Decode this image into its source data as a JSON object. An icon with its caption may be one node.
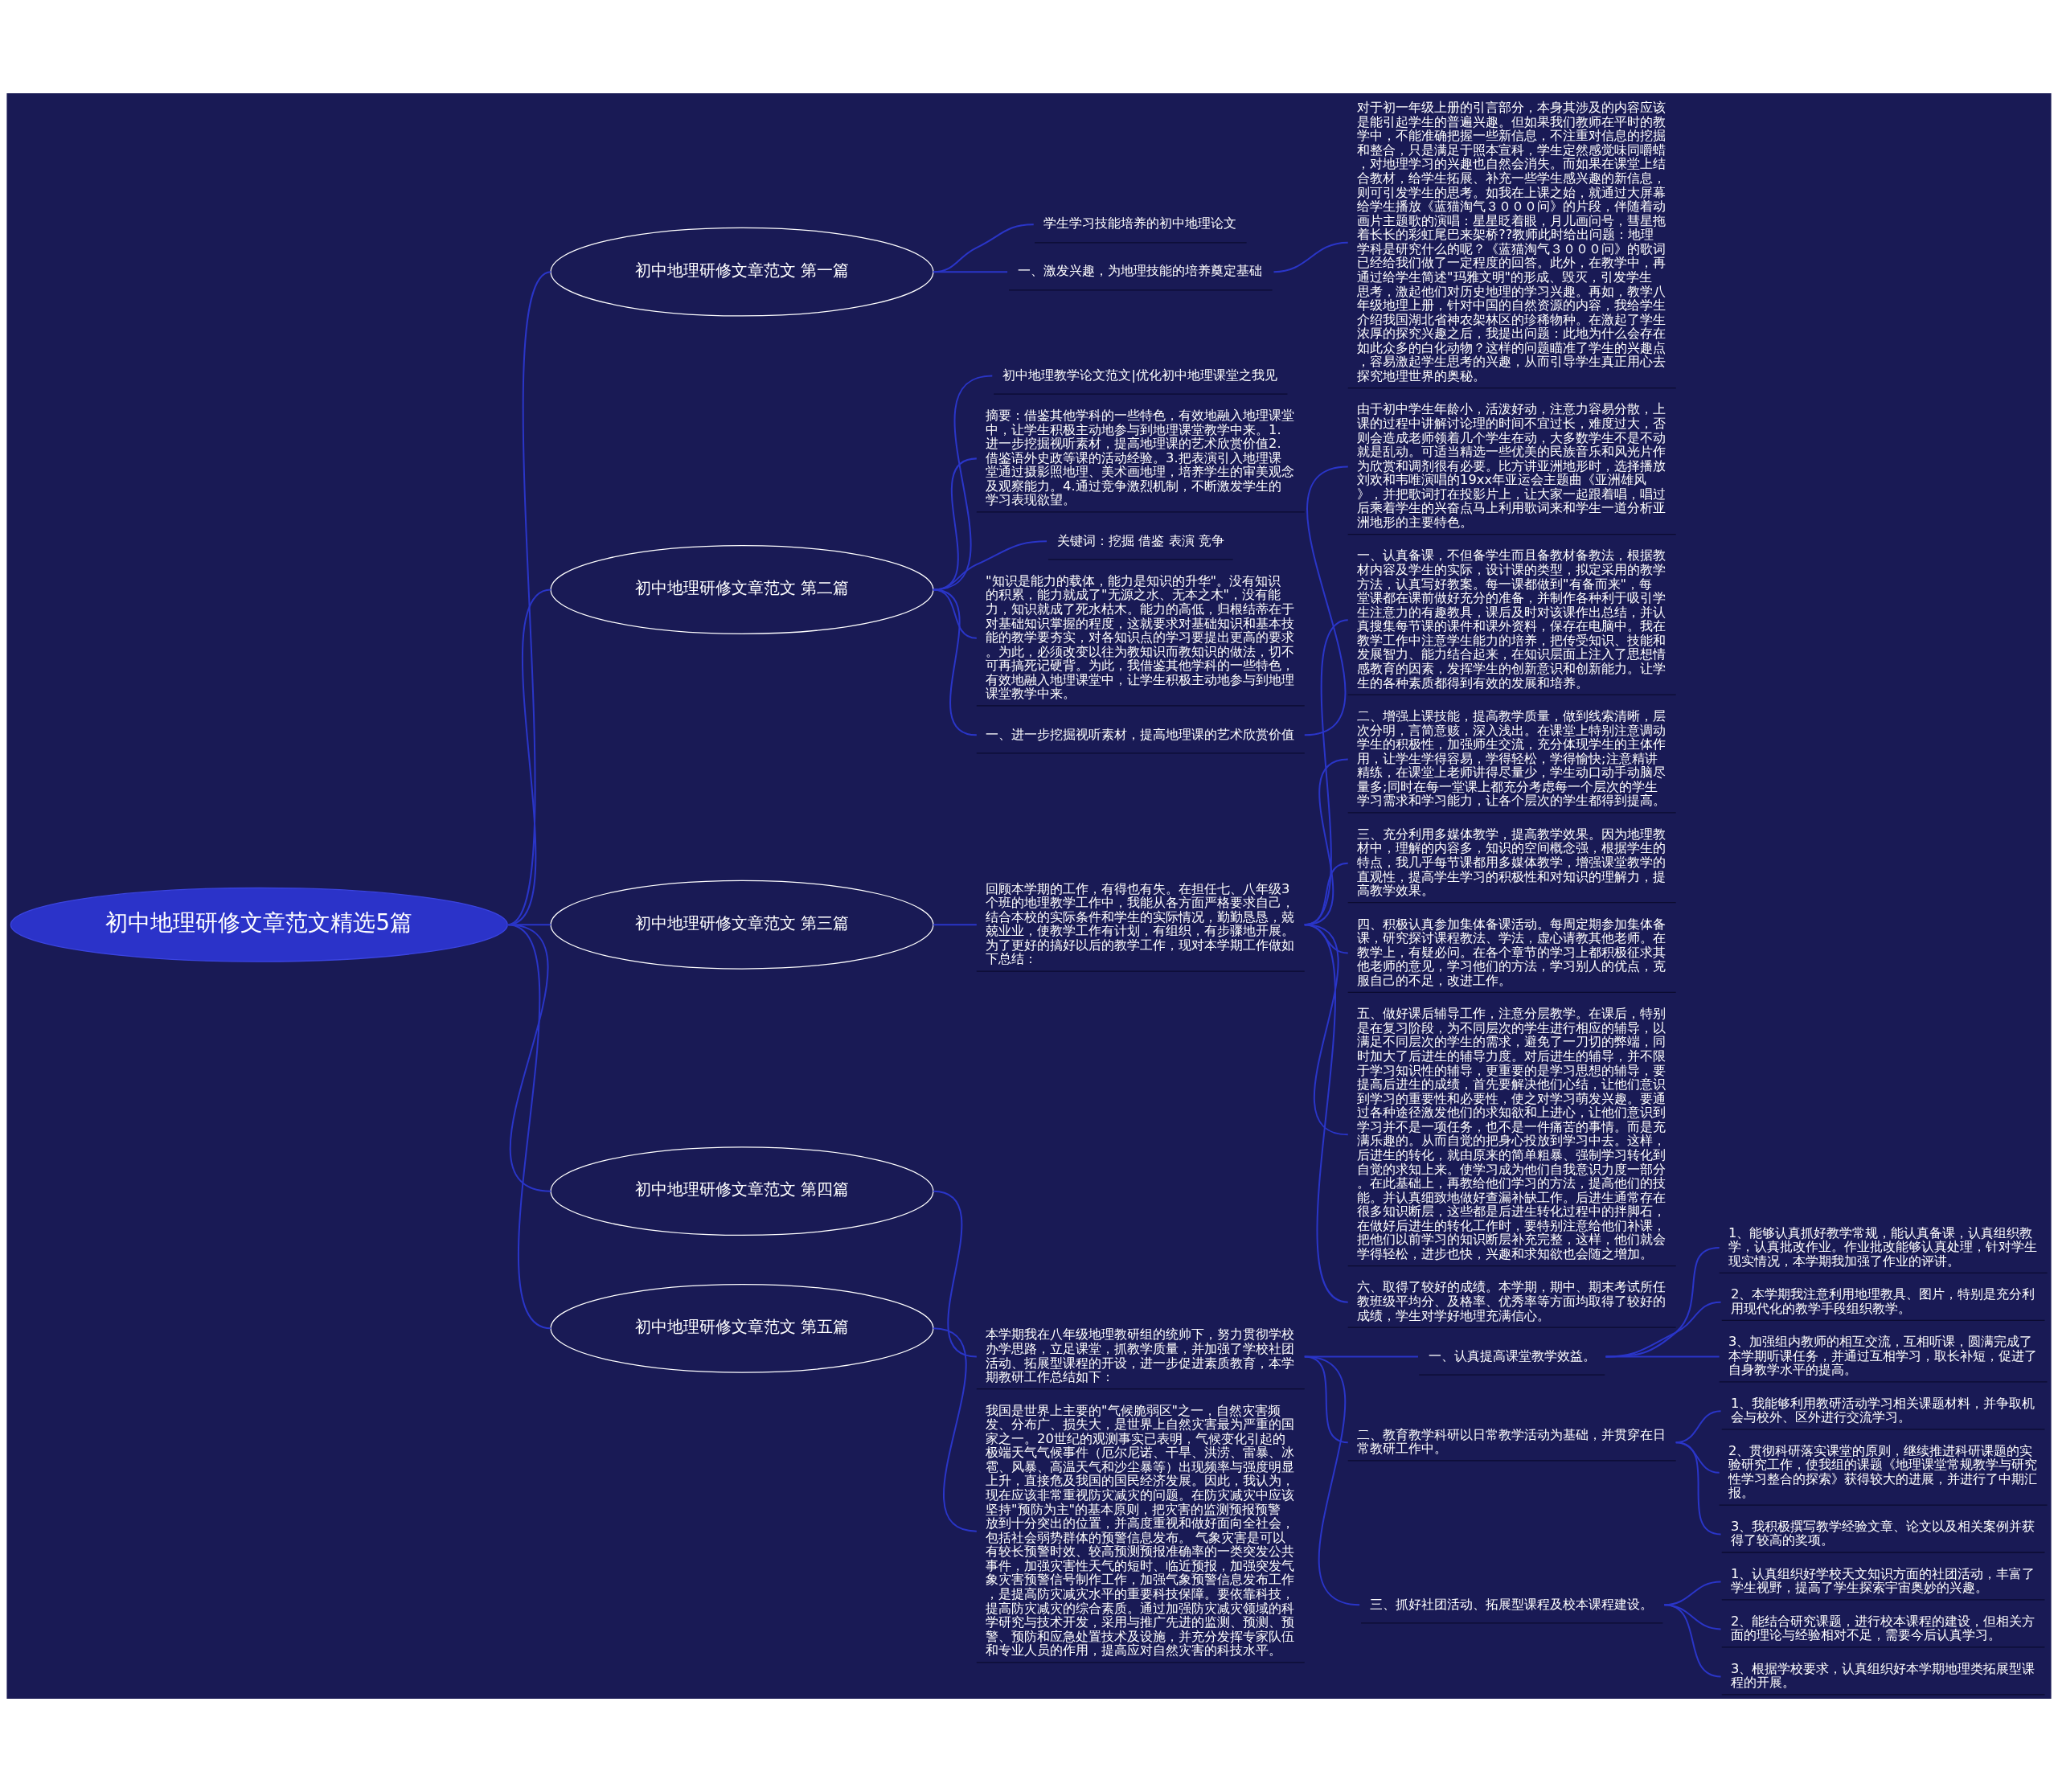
{
  "diagram": {
    "nodes": [
      {
        "text": [
          "初中地理研修文章范文精选5篇"
        ]
      },
      {
        "text": [
          "初中地理研修文章范文 第一篇"
        ]
      },
      {
        "text": [
          "学生学习技能培养的初中地理论文"
        ]
      },
      {
        "text": [
          "一、激发兴趣，为地理技能的培养奠定基础"
        ]
      },
      {
        "text": [
          "对于初一年级上册的引言部分，本身其涉及的内容应该是能引起学生的普遍兴趣。但如果我们教师在平时的教学中，不能准确把握一些新信息，不注重对信息的挖掘和整合，只是满足于照本宣科，学生定然感觉味同嚼蜡，对地理学习的兴趣也自然会消失。而如果在课堂上结合教材，给学生拓展、补充一些学生感兴趣的新信息，则可引发学生的思考。如我在上课之始，就通过大屏幕给学生播放《蓝猫淘气３０００问》的片段，伴随着动画片主题歌的演唱：星星眨着眼，月儿画问号，彗星拖着长长的彩虹尾巴来架桥??教师此时给出问题：地理学科是研究什么的呢？《蓝猫淘气３０００问》的歌词已经给我们做了一定程度的回答。此外，在教学中，再通过给学生简述\"玛雅文明\"的形成、毁灭，引发学生思考，激起他们对历史地理的学习兴趣。再如，教学八年级地理上册，针对中国的自然资源的内容，我给学生介绍我国湖北省神农架林区的珍稀物种。在激起了学生浓厚的探究兴趣之后，我提出问题：此地为什么会存在如此众多的白化动物？这样的问题瞄准了学生的兴趣点，容易激起学生思考的兴趣，从而引导学生真正用心去探究地理世界的奥秘。"
        ]
      },
      {
        "text": [
          "初中地理研修文章范文 第二篇"
        ]
      },
      {
        "text": [
          "初中地理教学论文范文|优化初中地理课堂之我见"
        ]
      },
      {
        "text": [
          "摘要：借鉴其他学科的一些特色，有效地融入地理课堂中，让学生积极主动地参与到地理课堂教学中来。1.进一步挖掘视听素材，提高地理课的艺术欣赏价值2.借鉴语外史政等课的活动经验。3.把表演引入地理课堂通过摄影照地理、美术画地理，培养学生的审美观念及观察能力。4.通过竞争激烈机制，不断激发学生的学习表现欲望。"
        ]
      },
      {
        "text": [
          "关键词：挖掘 借鉴 表演 竞争"
        ]
      },
      {
        "text": [
          "\"知识是能力的载体，能力是知识的升华\"。没有知识的积累，能力就成了\"无源之水、无本之木\"，没有能力，知识就成了死水枯木。能力的高低，归根结蒂在于对基础知识掌握的程度，这就要求对基础知识和基本技能的教学要夯实，对各知识点的学习要提出更高的要求。为此，必须改变以往为教知识而教知识的做法，切不可再搞死记硬背。为此，我借鉴其他学科的一些特色，有效地融入地理课堂中，让学生积极主动地参与到地理课堂教学中来。"
        ]
      },
      {
        "text": [
          "一、进一步挖掘视听素材，提高地理课的艺术欣赏价值"
        ]
      },
      {
        "text": [
          "由于初中学生年龄小，活泼好动，注意力容易分散，上课的过程中讲解讨论理的时间不宜过长，难度过大，否则会造成老师领着几个学生在动，大多数学生不是不动就是乱动。可适当精选一些优美的民族音乐和风光片作为欣赏和调剂很有必要。比方讲亚洲地形时，选择播放刘欢和韦唯演唱的19xx年亚运会主题曲《亚洲雄风》，并把歌词打在投影片上，让大家一起跟着唱，唱过后乘着学生的兴奋点马上利用歌词来和学生一道分析亚洲地形的主要特色。"
        ]
      },
      {
        "text": [
          "初中地理研修文章范文 第三篇"
        ]
      },
      {
        "text": [
          "回顾本学期的工作，有得也有失。在担任七、八年级3个班的地理教学工作中，我能从各方面严格要求自己，结合本校的实际条件和学生的实际情况，勤勤恳恳，兢兢业业，使教学工作有计划，有组织，有步骤地开展。为了更好的搞好以后的教学工作，现对本学期工作做如下总结："
        ]
      },
      {
        "text": [
          "一、认真备课，不但备学生而且备教材备教法，根据教材内容及学生的实际，设计课的类型，拟定采用的教学方法，认真写好教案。每一课都做到\"有备而来\"，每堂课都在课前做好充分的准备，并制作各种利于吸引学生注意力的有趣教具，课后及时对该课作出总结，并认真搜集每节课的课件和课外资料，保存在电脑中。我在教学工作中注意学生能力的培养，把传受知识、技能和发展智力、能力结合起来，在知识层面上注入了思想情感教育的因素，发挥学生的创新意识和创新能力。让学生的各种素质都得到有效的发展和培养。"
        ]
      },
      {
        "text": [
          "二、增强上课技能，提高教学质量，做到线索清晰，层次分明，言简意赅，深入浅出。在课堂上特别注意调动学生的积极性，加强师生交流，充分体现学生的主体作用，让学生学得容易，学得轻松，学得愉快;注意精讲精练，在课堂上老师讲得尽量少，学生动口动手动脑尽量多;同时在每一堂课上都充分考虑每一个层次的学生学习需求和学习能力，让各个层次的学生都得到提高。"
        ]
      },
      {
        "text": [
          "三、充分利用多媒体教学，提高教学效果。因为地理教材中，理解的内容多，知识的空间概念强，根据学生的特点，我几乎每节课都用多媒体教学，增强课堂教学的直观性，提高学生学习的积极性和对知识的理解力，提高教学效果。"
        ]
      },
      {
        "text": [
          "四、积极认真参加集体备课活动。每周定期参加集体备课，研究探讨课程教法、学法，虚心请教其他老师。在教学上，有疑必问。在各个章节的学习上都积极征求其他老师的意见，学习他们的方法，学习别人的优点，克服自己的不足，改进工作。"
        ]
      },
      {
        "text": [
          "五、做好课后辅导工作，注意分层教学。在课后，特别是在复习阶段，为不同层次的学生进行相应的辅导，以满足不同层次的学生的需求，避免了一刀切的弊端，同时加大了后进生的辅导力度。对后进生的辅导，并不限于学习知识性的辅导，更重要的是学习思想的辅导，要提高后进生的成绩，首先要解决他们心结，让他们意识到学习的重要性和必要性，使之对学习萌发兴趣。要通过各种途径激发他们的求知欲和上进心，让他们意识到学习并不是一项任务，也不是一件痛苦的事情。而是充满乐趣的。从而自觉的把身心投放到学习中去。这样，后进生的转化，就由原来的简单粗暴、强制学习转化到自觉的求知上来。使学习成为他们自我意识力度一部分。在此基础上，再教给他们学习的方法，提高他们的技能。并认真细致地做好查漏补缺工作。后进生通常存在很多知识断层，这些都是后进生转化过程中的拌脚石，在做好后进生的转化工作时，要特别注意给他们补课，把他们以前学习的知识断层补充完整，这样，他们就会学得轻松，进步也快，兴趣和求知欲也会随之增加。"
        ]
      },
      {
        "text": [
          "六、取得了较好的成绩。本学期，期中、期末考试所任教班级平均分、及格率、优秀率等方面均取得了较好的成绩，学生对学好地理充满信心。"
        ]
      },
      {
        "text": [
          "初中地理研修文章范文 第四篇"
        ]
      },
      {
        "text": [
          "本学期我在八年级地理教研组的统帅下，努力贯彻学校办学思路，立足课堂，抓教学质量，并加强了学校社团活动、拓展型课程的开设，进一步促进素质教育，本学期教研工作总结如下："
        ]
      },
      {
        "text": [
          "一、认真提高课堂教学效益。"
        ]
      },
      {
        "text": [
          "1、能够认真抓好教学常规，能认真备课，认真组织教学，认真批改作业。作业批改能够认真处理，针对学生现实情况，本学期我加强了作业的评讲。"
        ]
      },
      {
        "text": [
          "2、本学期我注意利用地理教具、图片，特别是充分利用现代化的教学手段组织教学。"
        ]
      },
      {
        "text": [
          "3、加强组内教师的相互交流，互相听课，圆满完成了本学期听课任务，并通过互相学习，取长补短，促进了自身教学水平的提高。"
        ]
      },
      {
        "text": [
          "二、教育教学科研以日常教学活动为基础，并贯穿在日常教研工作中。"
        ]
      },
      {
        "text": [
          "1、我能够利用教研活动学习相关课题材料，并争取机会与校外、区外进行交流学习。"
        ]
      },
      {
        "text": [
          "2、贯彻科研落实课堂的原则，继续推进科研课题的实验研究工作，使我组的课题《地理课堂常规教学与研究性学习整合的探索》获得较大的进展，并进行了中期汇报。"
        ]
      },
      {
        "text": [
          "3、我积极撰写教学经验文章、论文以及相关案例并获得了较高的奖项。"
        ]
      },
      {
        "text": [
          "三、抓好社团活动、拓展型课程及校本课程建设。"
        ]
      },
      {
        "text": [
          "1、认真组织好学校天文知识方面的社团活动，丰富了学生视野，提高了学生探索宇宙奥妙的兴趣。"
        ]
      },
      {
        "text": [
          "2、能结合研究课题，进行校本课程的建设，但相关方面的理论与经验相对不足，需要今后认真学习。"
        ]
      },
      {
        "text": [
          "3、根据学校要求，认真组织好本学期地理类拓展型课程的开展。"
        ]
      },
      {
        "text": [
          "初中地理研修文章范文 第五篇"
        ]
      },
      {
        "text": [
          "我国是世界上主要的\"气候脆弱区\"之一，自然灾害频发、分布广、损失大，是世界上自然灾害最为严重的国家之一。20世纪的观测事实已表明，气候变化引起的极端天气气候事件（厄尔尼诺、干旱、洪涝、雷暴、冰雹、风暴、高温天气和沙尘暴等）出现频率与强度明显上升，直接危及我国的国民经济发展。因此，我认为，现在应该非常重视防灾减灾的问题。在防灾减灾中应该坚持\"预防为主\"的基本原则，把灾害的监测预报预警放到十分突出的位置，并高度重视和做好面向全社会，包括社会弱势群体的预警信息发布。 气象灾害是可以有较长预警时效、较高预测预报准确率的一类突发公共事件，加强灾害性天气的短时、临近预报，加强突发气象灾害预警信号制作工作，加强气象预警信息发布工作，是提高防灾减灾水平的重要科技保障。要依靠科技，提高防灾减灾的综合素质。通过加强防灾减灾领域的科学研究与技术开发，采用与推广先进的监测、预测、预警、预防和应急处置技术及设施，并充分发挥专家队伍和专业人员的作用，提高应对自然灾害的科技水平。"
        ]
      }
    ],
    "edges": [
      {
        "from": 0,
        "to": 1,
        "arrow": "none"
      },
      {
        "from": 1,
        "to": 2,
        "arrow": "none"
      },
      {
        "from": 1,
        "to": 3,
        "arrow": "none"
      },
      {
        "from": 3,
        "to": 4,
        "arrow": "none"
      },
      {
        "from": 0,
        "to": 5,
        "arrow": "none"
      },
      {
        "from": 5,
        "to": 6,
        "arrow": "none"
      },
      {
        "from": 5,
        "to": 7,
        "arrow": "none"
      },
      {
        "from": 5,
        "to": 8,
        "arrow": "none"
      },
      {
        "from": 5,
        "to": 9,
        "arrow": "none"
      },
      {
        "from": 5,
        "to": 10,
        "arrow": "none"
      },
      {
        "from": 10,
        "to": 11,
        "arrow": "none"
      },
      {
        "from": 0,
        "to": 12,
        "arrow": "none"
      },
      {
        "from": 12,
        "to": 13,
        "arrow": "none"
      },
      {
        "from": 13,
        "to": 14,
        "arrow": "none"
      },
      {
        "from": 13,
        "to": 15,
        "arrow": "none"
      },
      {
        "from": 13,
        "to": 16,
        "arrow": "none"
      },
      {
        "from": 13,
        "to": 17,
        "arrow": "none"
      },
      {
        "from": 13,
        "to": 18,
        "arrow": "none"
      },
      {
        "from": 13,
        "to": 19,
        "arrow": "none"
      },
      {
        "from": 0,
        "to": 20,
        "arrow": "none"
      },
      {
        "from": 20,
        "to": 21,
        "arrow": "none"
      },
      {
        "from": 21,
        "to": 22,
        "arrow": "none"
      },
      {
        "from": 22,
        "to": 23,
        "arrow": "none"
      },
      {
        "from": 22,
        "to": 24,
        "arrow": "none"
      },
      {
        "from": 22,
        "to": 25,
        "arrow": "none"
      },
      {
        "from": 21,
        "to": 26,
        "arrow": "none"
      },
      {
        "from": 26,
        "to": 27,
        "arrow": "none"
      },
      {
        "from": 26,
        "to": 28,
        "arrow": "none"
      },
      {
        "from": 26,
        "to": 29,
        "arrow": "none"
      },
      {
        "from": 21,
        "to": 30,
        "arrow": "none"
      },
      {
        "from": 30,
        "to": 31,
        "arrow": "none"
      },
      {
        "from": 30,
        "to": 32,
        "arrow": "none"
      },
      {
        "from": 30,
        "to": 33,
        "arrow": "none"
      },
      {
        "from": 0,
        "to": 34,
        "arrow": "none"
      },
      {
        "from": 34,
        "to": 35,
        "arrow": "none"
      }
    ]
  }
}
